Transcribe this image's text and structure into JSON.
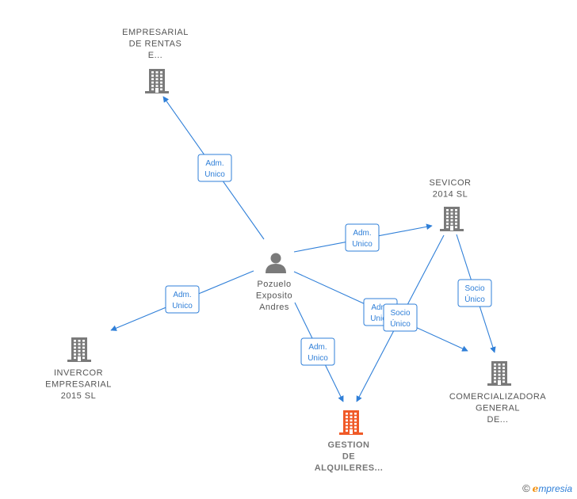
{
  "nodes": [
    {
      "id": "empresarial",
      "kind": "company",
      "lines": [
        "EMPRESARIAL",
        "DE RENTAS",
        "E..."
      ]
    },
    {
      "id": "sevicor",
      "kind": "company",
      "lines": [
        "SEVICOR",
        "2014  SL"
      ]
    },
    {
      "id": "pozuelo",
      "kind": "person",
      "lines": [
        "Pozuelo",
        "Exposito",
        "Andres"
      ]
    },
    {
      "id": "invercor",
      "kind": "company",
      "lines": [
        "INVERCOR",
        "EMPRESARIAL",
        "2015  SL"
      ]
    },
    {
      "id": "comercializadora",
      "kind": "company",
      "lines": [
        "COMERCIALIZADORA",
        "GENERAL",
        "DE..."
      ]
    },
    {
      "id": "gestion",
      "kind": "company-main",
      "lines": [
        "GESTION",
        "DE",
        "ALQUILERES..."
      ]
    }
  ],
  "edges": [
    {
      "from": "pozuelo",
      "to": "empresarial",
      "label": [
        "Adm.",
        "Unico"
      ]
    },
    {
      "from": "pozuelo",
      "to": "sevicor",
      "label": [
        "Adm.",
        "Unico"
      ]
    },
    {
      "from": "pozuelo",
      "to": "invercor",
      "label": [
        "Adm.",
        "Unico"
      ]
    },
    {
      "from": "pozuelo",
      "to": "gestion",
      "label": [
        "Adm.",
        "Unico"
      ]
    },
    {
      "from": "pozuelo",
      "to": "comercializadora",
      "label": [
        "Adm.",
        "Unico"
      ]
    },
    {
      "from": "sevicor",
      "to": "comercializadora",
      "label": [
        "Socio",
        "Único"
      ]
    },
    {
      "from": "sevicor",
      "to": "gestion",
      "label": [
        "Socio",
        "Único"
      ]
    }
  ],
  "footer": {
    "copyright": "©",
    "brand_initial": "e",
    "brand_rest": "mpresia"
  },
  "colors": {
    "edge": "#2f7fd8",
    "company": "#7a7a7a",
    "main_company": "#f05a28"
  }
}
